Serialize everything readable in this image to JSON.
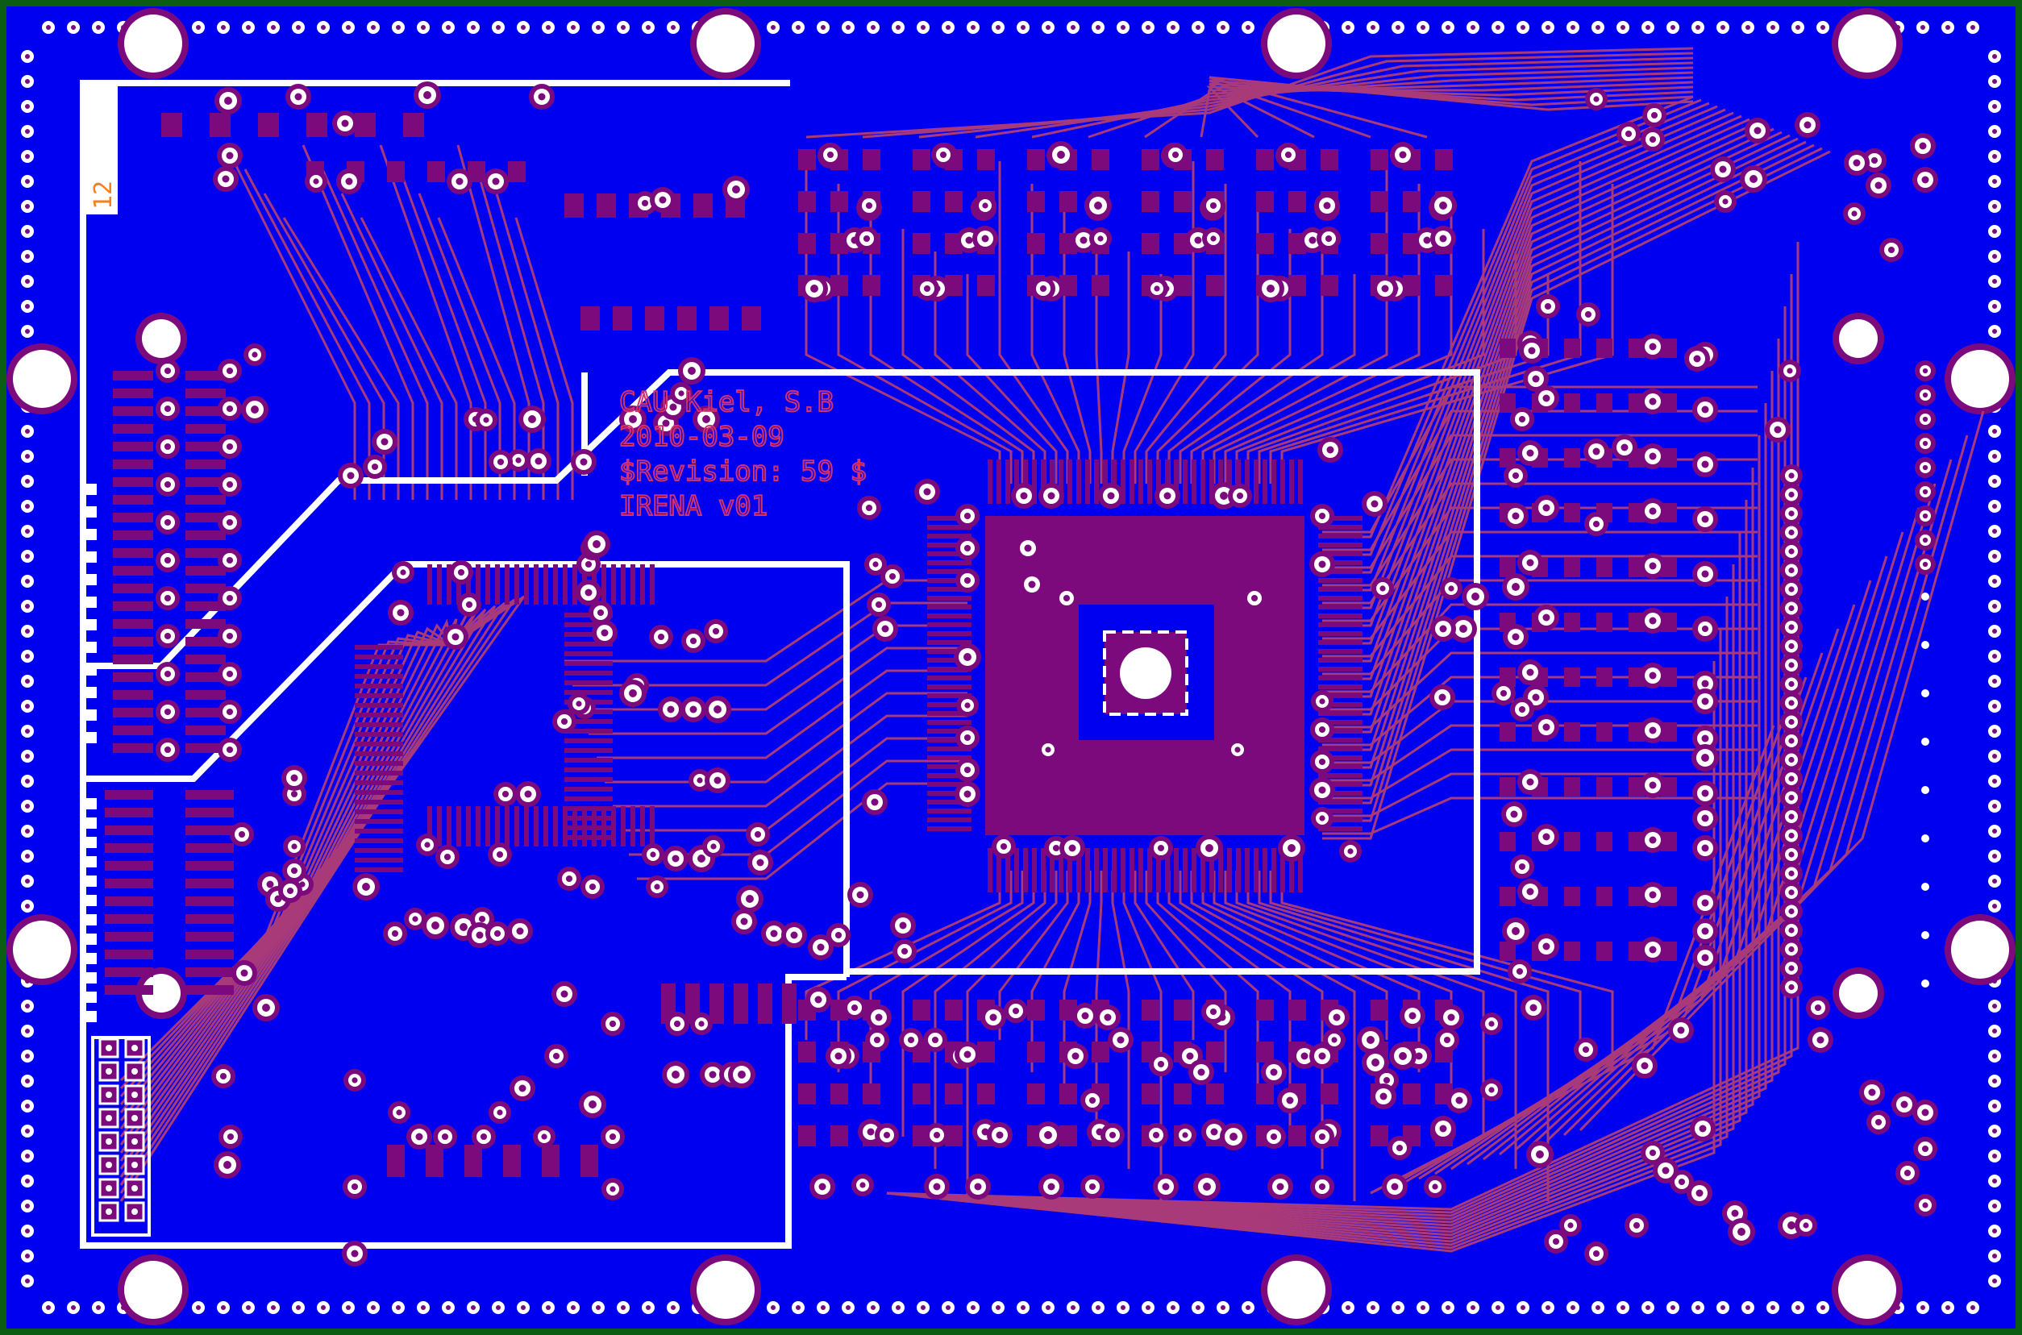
{
  "board": {
    "silkscreen_lines": [
      "CAU Kiel, S.B",
      "2010-03-09",
      "$Revision: 59 $",
      "IRENA v01"
    ],
    "layer_marker": "12",
    "colors": {
      "background": "#0000f0",
      "copper_trace": "#a83a7a",
      "pad": "#7d0a7d",
      "via_ring": "#ffffff",
      "silk_text": "#d2326e",
      "outline": "#ffffff",
      "frame": "#0b5d14",
      "layer_marker": "#f08020"
    }
  }
}
